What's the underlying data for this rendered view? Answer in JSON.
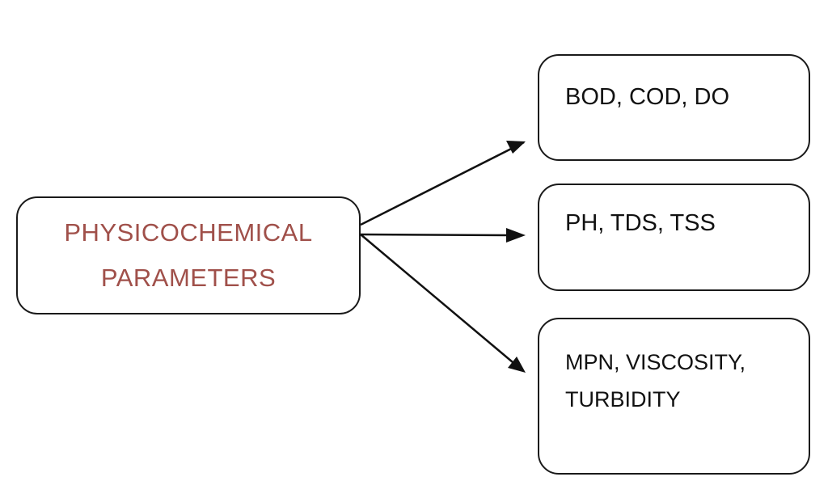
{
  "diagram": {
    "source": {
      "lines": [
        "PHYSICOCHEMICAL",
        "PARAMETERS"
      ]
    },
    "targets": [
      {
        "lines": [
          "BOD, COD, DO"
        ]
      },
      {
        "lines": [
          "PH, TDS, TSS"
        ]
      },
      {
        "lines": [
          "MPN, VISCOSITY,",
          "TURBIDITY"
        ]
      }
    ]
  },
  "colors": {
    "source_text": "#a0504a",
    "border": "#1a1a1a",
    "arrow": "#111111"
  }
}
